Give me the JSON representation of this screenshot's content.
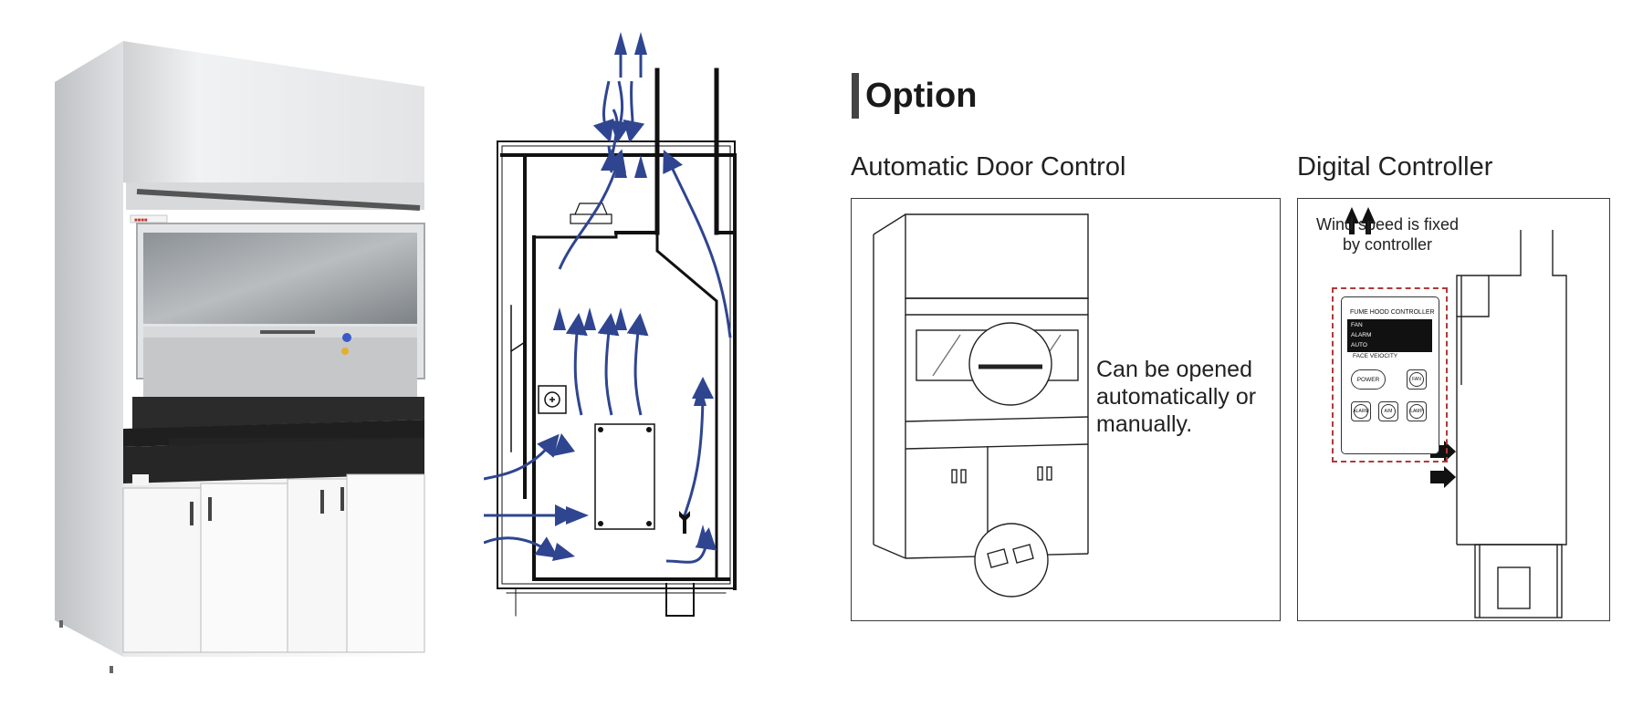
{
  "option": {
    "title": "Option",
    "door_control": {
      "caption": "Automatic Door Control",
      "note": "Can be opened automatically or manually."
    },
    "digital_controller": {
      "caption": "Digital Controller",
      "note": "Wind speed is fixed by controller",
      "panel": {
        "title": "FUME HOOD CONTROLLER",
        "screen_lines": [
          "FAN",
          "ALARM",
          "AUTO"
        ],
        "face_velocity": "FACE VEIOCITY",
        "power_button": "POWER",
        "fan_button": "FAN",
        "alarm_button": "ALARM",
        "aim_button": "A/M",
        "lamp_button": "LAMP"
      }
    }
  },
  "colors": {
    "airflow_arrow": "#2f4590",
    "controller_dash": "#b03a3a",
    "accent_bar": "#444444"
  },
  "icons": [
    "fan-icon",
    "wrench-icon",
    "airflow-arrow-icon",
    "exhaust-arrow-icon"
  ]
}
